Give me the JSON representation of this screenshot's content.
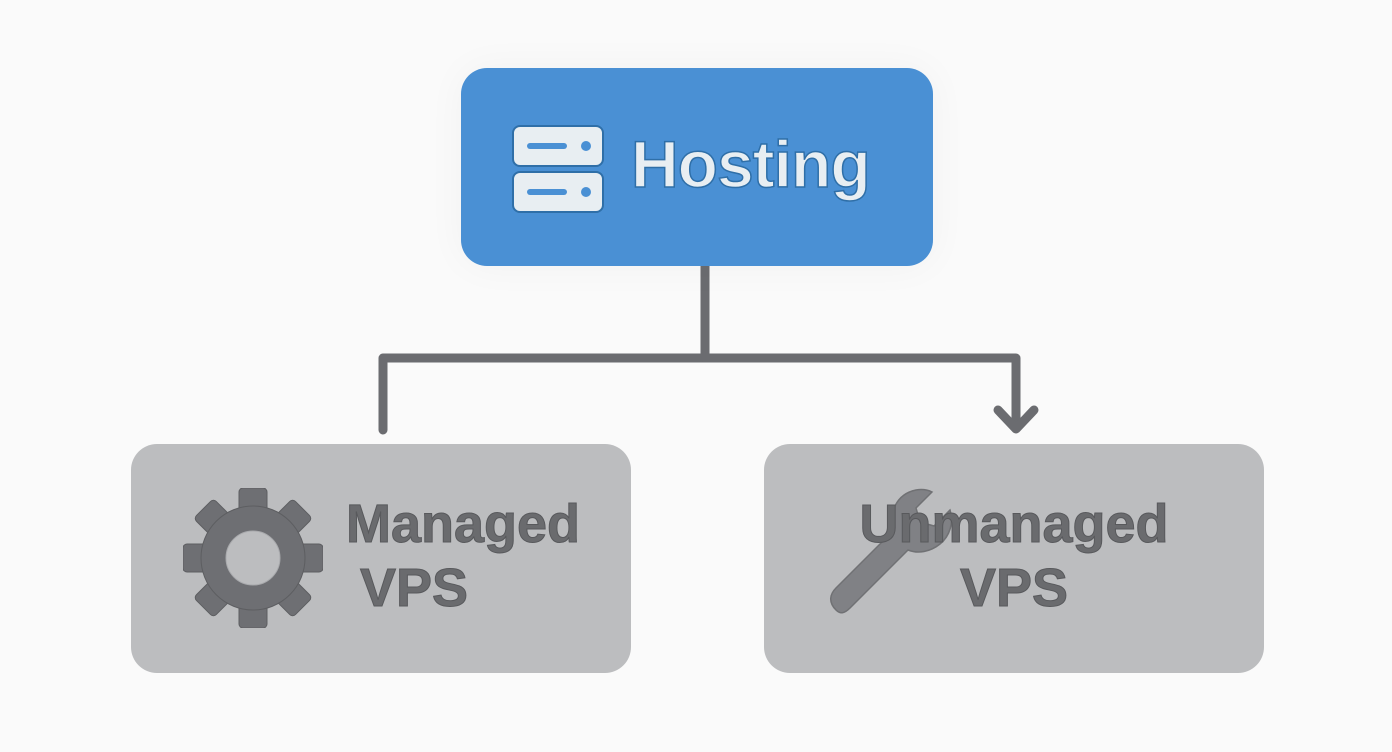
{
  "diagram": {
    "root": {
      "label": "Hosting",
      "icon": "server-icon",
      "color": "#4a90d4"
    },
    "children": [
      {
        "label_line1": "Managed",
        "label_line2": "VPS",
        "icon": "gear-icon",
        "color": "#bcbdbf"
      },
      {
        "label_line1": "Unmanaged",
        "label_line2": "VPS",
        "icon": "wrench-icon",
        "color": "#bcbdbf"
      }
    ],
    "edges": [
      {
        "from": "Hosting",
        "to": "Managed VPS",
        "arrow": false
      },
      {
        "from": "Hosting",
        "to": "Unmanaged VPS",
        "arrow": true
      }
    ],
    "connector_color": "#6b6c70"
  }
}
